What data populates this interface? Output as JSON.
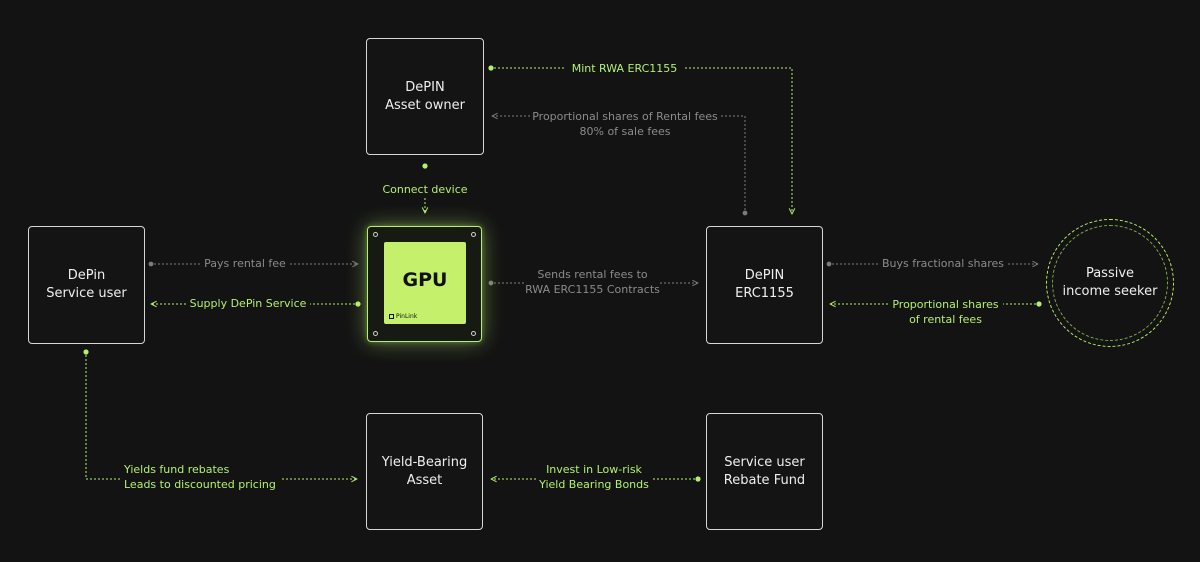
{
  "colors": {
    "background": "#131313",
    "box_border": "#d6d6d6",
    "accent": "#b4f06c",
    "muted": "#8b8b8b"
  },
  "nodes": {
    "asset_owner": {
      "line1": "DePIN",
      "line2": "Asset owner"
    },
    "service_user": {
      "line1": "DePin",
      "line2": "Service user"
    },
    "gpu": {
      "label": "GPU",
      "brand": "PinLink"
    },
    "erc1155": {
      "line1": "DePIN",
      "line2": "ERC1155"
    },
    "passive": {
      "line1": "Passive",
      "line2": "income seeker"
    },
    "yield_asset": {
      "line1": "Yield-Bearing",
      "line2": "Asset"
    },
    "rebate_fund": {
      "line1": "Service user",
      "line2": "Rebate Fund"
    }
  },
  "edges": {
    "mint": "Mint RWA ERC1155",
    "shares_rental_1": "Proportional shares of Rental fees",
    "shares_rental_2": "80% of sale fees",
    "connect": "Connect device",
    "pays": "Pays rental fee",
    "supply": "Supply DePin Service",
    "sends_1": "Sends rental fees to",
    "sends_2": "RWA ERC1155 Contracts",
    "buys": "Buys fractional shares",
    "prop_1": "Proportional shares",
    "prop_2": "of rental fees",
    "yields_1": "Yields fund rebates",
    "yields_2": "Leads to discounted pricing",
    "invest_1": "Invest in Low-risk",
    "invest_2": "Yield Bearing Bonds"
  }
}
